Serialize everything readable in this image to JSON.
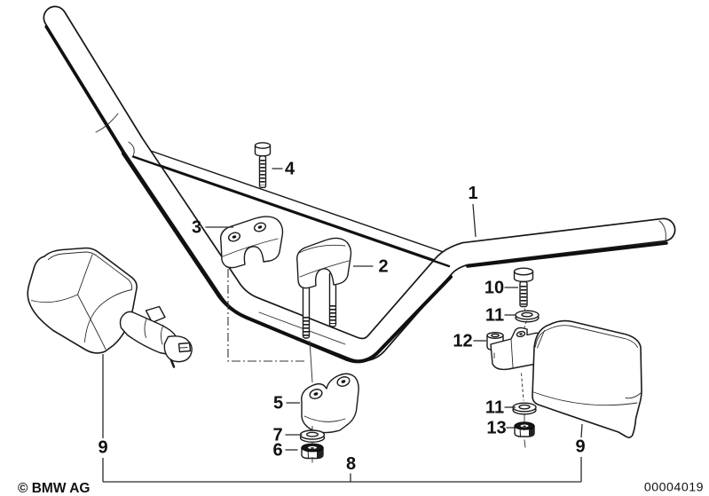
{
  "figure": {
    "type": "exploded-parts-diagram",
    "subject": "handlebar with clamps and handguards",
    "background_color": "#ffffff",
    "line_color": "#1a1a1a"
  },
  "callouts": {
    "1": "1",
    "2": "2",
    "3": "3",
    "4": "4",
    "5": "5",
    "6": "6",
    "7": "7",
    "8": "8",
    "9": "9",
    "10": "10",
    "11": "11",
    "12": "12",
    "13": "13"
  },
  "footer": {
    "copyright": "© BMW AG",
    "drawing_number": "00004019"
  }
}
